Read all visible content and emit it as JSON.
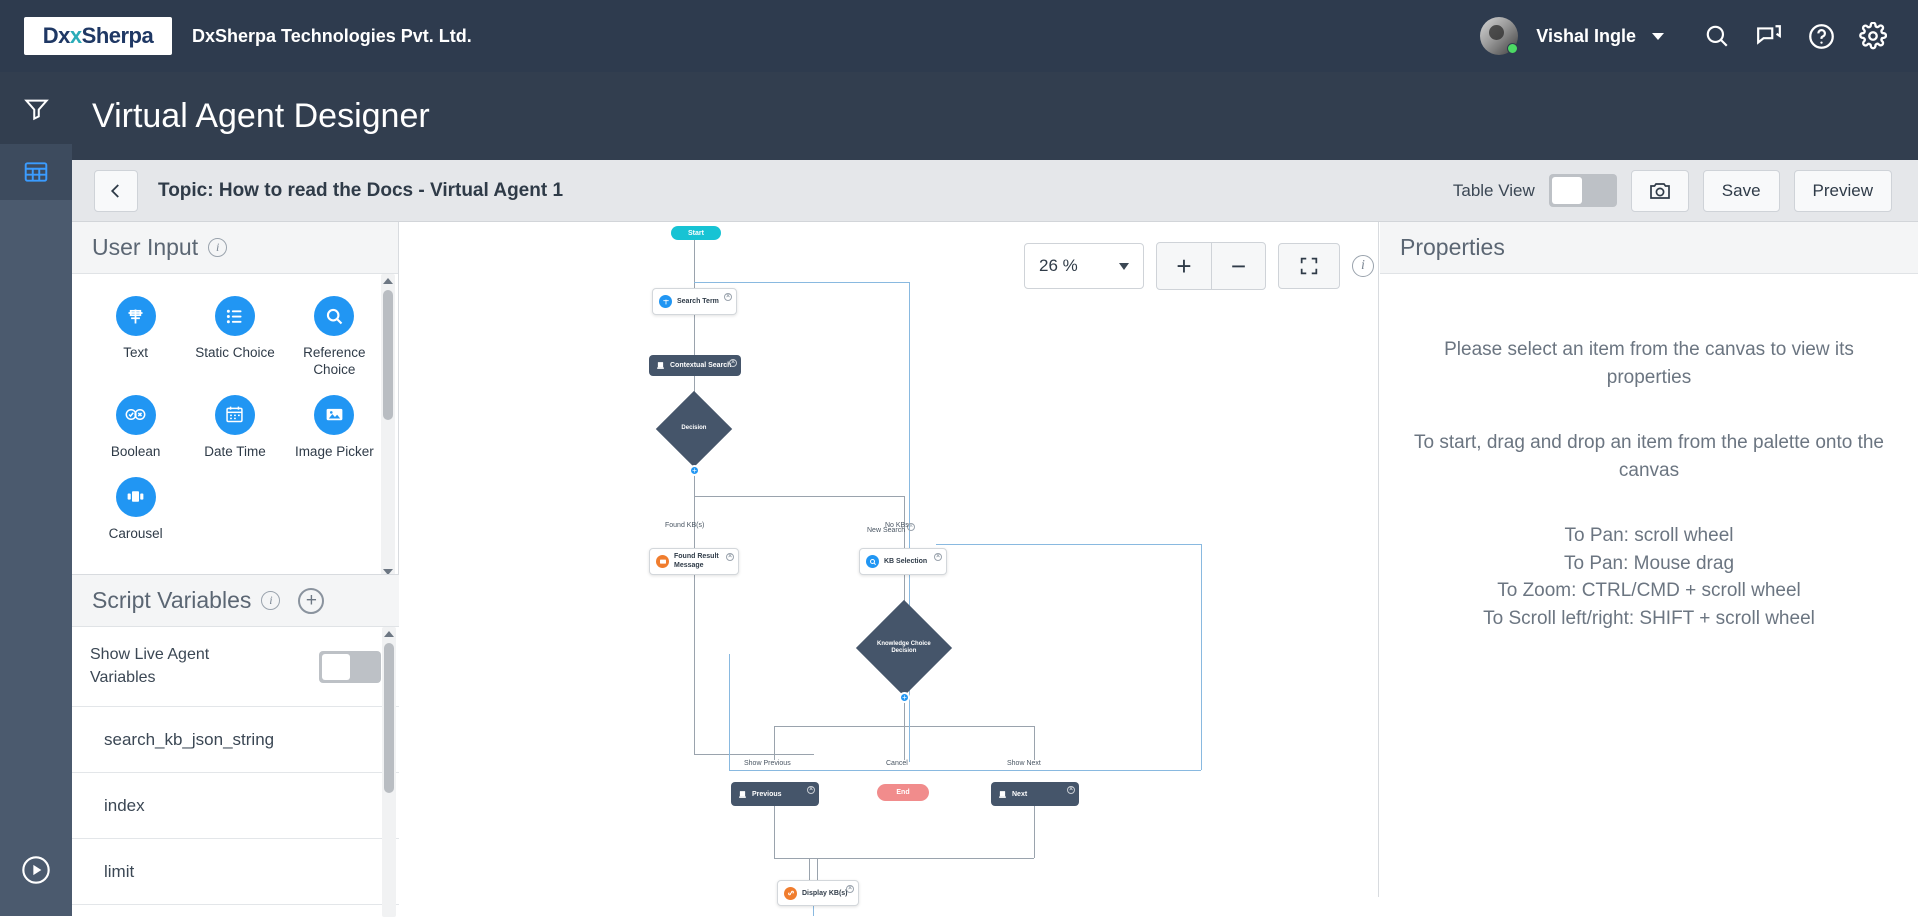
{
  "header": {
    "logo_dx": "Dx",
    "logo_x": "",
    "logo_sherpa": "Sherpa",
    "company_name": "DxSherpa Technologies Pvt. Ltd.",
    "user_name": "Vishal Ingle",
    "icons": [
      "search-icon",
      "chat-icon",
      "help-icon",
      "settings-icon"
    ]
  },
  "page": {
    "title": "Virtual Agent Designer"
  },
  "left_rail": {
    "items": [
      "filter-icon",
      "table-icon",
      "play-icon"
    ]
  },
  "toolbar": {
    "back_label": "‹",
    "topic_title": "Topic: How to read the Docs - Virtual Agent 1",
    "table_view_label": "Table View",
    "table_view_on": false,
    "camera_label": "camera-icon",
    "save_label": "Save",
    "preview_label": "Preview"
  },
  "palette": {
    "title": "User Input",
    "items": [
      {
        "label": "Text",
        "icon": "text-input-icon"
      },
      {
        "label": "Static Choice",
        "icon": "list-icon"
      },
      {
        "label": "Reference Choice",
        "icon": "search-icon"
      },
      {
        "label": "Boolean",
        "icon": "boolean-icon"
      },
      {
        "label": "Date Time",
        "icon": "calendar-icon"
      },
      {
        "label": "Image Picker",
        "icon": "image-icon"
      },
      {
        "label": "Carousel",
        "icon": "carousel-icon"
      }
    ]
  },
  "script_variables": {
    "title": "Script Variables",
    "add_label": "+",
    "live_agent_label": "Show Live Agent Variables",
    "live_agent_on": false,
    "variables": [
      "search_kb_json_string",
      "index",
      "limit"
    ]
  },
  "canvas": {
    "zoom_value": "26 %",
    "zoom_in_label": "+",
    "zoom_out_label": "−",
    "fit_label": "fit-screen-icon",
    "info_label": "info-icon",
    "nodes": {
      "start": "Start",
      "search_term": "Search Term",
      "contextual_search": "Contextual Search",
      "decision": "Decision",
      "found_result_message": "Found Result Message",
      "kb_selection": "KB Selection",
      "knowledge_choice_decision": "Knowledge Choice Decision",
      "previous": "Previous",
      "end": "End",
      "next": "Next",
      "display_kbs": "Display KB(s)"
    },
    "edge_labels": {
      "new_search": "New Search",
      "found_kbs": "Found KB(s)",
      "no_kbs": "No KBs",
      "show_previous": "Show Previous",
      "cancel": "Cancel",
      "show_next": "Show Next"
    }
  },
  "properties": {
    "title": "Properties",
    "message_1": "Please select an item from the canvas to view its properties",
    "message_2": "To start, drag and drop an item from the palette onto the canvas",
    "hints": [
      "To Pan: scroll wheel",
      "To Pan: Mouse drag",
      "To Zoom: CTRL/CMD + scroll wheel",
      "To Scroll left/right: SHIFT + scroll wheel"
    ]
  },
  "colors": {
    "header_bg": "#2e3b4e",
    "accent_blue": "#2196f3",
    "start_teal": "#17c3d4",
    "end_red": "#f18c8c",
    "node_dark": "#45556a"
  }
}
